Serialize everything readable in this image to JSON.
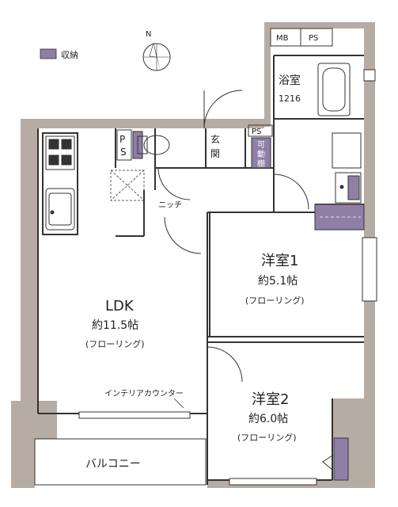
{
  "legend": {
    "label": "収納",
    "color": "#8f7fa6"
  },
  "compass": {
    "label": "N"
  },
  "rooms": {
    "ldk": {
      "name": "LDK",
      "size": "約11.5帖",
      "floor": "(フローリング)"
    },
    "western1": {
      "name": "洋室1",
      "size": "約5.1帖",
      "floor": "(フローリング)"
    },
    "western2": {
      "name": "洋室2",
      "size": "約6.0帖",
      "floor": "(フローリング)"
    },
    "bath": {
      "name": "浴室",
      "size": "1216"
    },
    "entrance": {
      "name": "玄関"
    },
    "balcony": {
      "name": "バルコニー"
    }
  },
  "labels": {
    "mb": "MB",
    "ps_top": "PS",
    "ps_toilet": "P\nS",
    "ps_small": "PS",
    "movable_shelf": "可動棚",
    "niche": "ニッチ",
    "interior_counter": "インテリアカウンター"
  },
  "colors": {
    "wall": "#b7aca4",
    "storage": "#8f7fa6",
    "line": "#333333"
  }
}
